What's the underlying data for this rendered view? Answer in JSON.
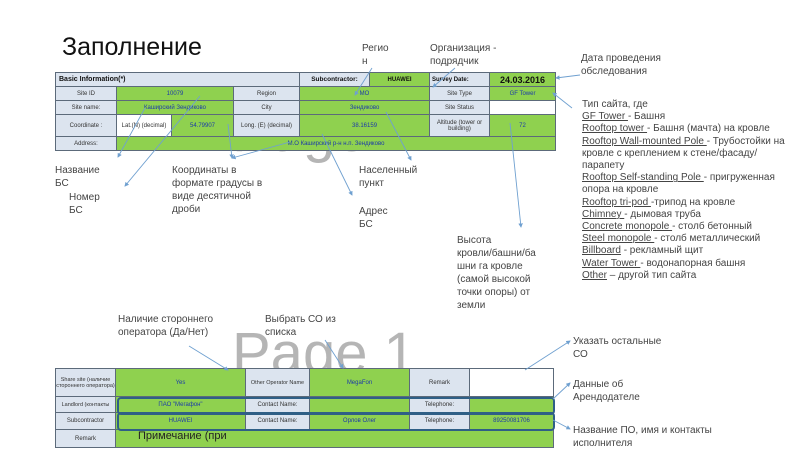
{
  "title": "Заполнение",
  "watermark": "Page 1",
  "basic_info": {
    "header": "Basic Information(*)",
    "subcontractor_label": "Subcontractor:",
    "subcontractor_value": "HUAWEI",
    "survey_date_label": "Survey Date:",
    "survey_date_value": "24.03.2016",
    "site_id_label": "Site ID",
    "site_id_value": "10079",
    "region_label": "Region",
    "region_value": "MO",
    "site_type_label": "Site Type",
    "site_type_value": "GF Tower",
    "site_name_label": "Site name:",
    "site_name_value": "Каширский Зендиково",
    "city_label": "City",
    "city_value": "Зендиково",
    "site_status_label": "Site Status",
    "site_status_value": "",
    "coordinate_label": "Coordinate :",
    "lat_label": "Lat.(N) (decimal)",
    "lat_value": "54.79907",
    "long_label": "Long. (E) (decimal)",
    "long_value": "38.16159",
    "altitude_label": "Altitude (tower or building)",
    "altitude_value": "72",
    "address_label": "Address:",
    "address_value": "М.О Каширский р-н н.п. Зендиково"
  },
  "share_info": {
    "share_label": "Share site (наличие стороннего оператора)",
    "share_value": "Yes",
    "other_operator_label": "Other Operator Name",
    "other_operator_value": "MegaFon",
    "remark_label": "Remark",
    "remark_value": "",
    "landlord_label": "Landlord (контакты",
    "landlord_value": "ПАО \"Мегафон\"",
    "contact_name_label": "Contact Name:",
    "landlord_contact_value": "",
    "telephone_label": "Telephone:",
    "landlord_phone_value": "",
    "subcontractor_label": "Subcontractor",
    "subcontractor_value": "HUAWEI",
    "sub_contact_value": "Орлов Олег",
    "sub_phone_value": "89250081706",
    "remark2_label": "Remark",
    "remark2_value": "Примечание (при"
  },
  "annotations": {
    "region": "Регио\nн",
    "contractor": "Организация -\nподрядчик",
    "survey_date": "Дата проведения\nобследования",
    "bs_name": "Название\nБС",
    "bs_number": "Номер\nБС",
    "coords": "Координаты в\nформате градусы в\nвиде десятичной\nдроби",
    "city": "Населенный\nпункт",
    "address": "Адрес\nБС",
    "height": "Высота\nкровли/башни/ба\nшни га кровле\n(самой высокой\nточки опоры) от\nземли",
    "share": "Наличие стороннего\nоператора (Да/Нет)",
    "choose_operator": "Выбрать СО из\nсписка",
    "other_operators": "Указать остальные\nСО",
    "landlord": "Данные об\nАрендодателе",
    "subcontractor": "Название ПО, имя и контакты\nисполнителя"
  },
  "site_types": {
    "intro": "Тип сайта, где",
    "items": [
      {
        "term": "GF Tower ",
        "desc": "-  Башня"
      },
      {
        "term": "Rooftop tower ",
        "desc": "-  Башня (мачта) на кровле"
      },
      {
        "term": "Rooftop Wall-mounted Pole ",
        "desc": "- Трубостойки на кровле с креплением к стене/фасаду/парапету"
      },
      {
        "term": "Rooftop Self-standing Pole ",
        "desc": "- пригруженная опора на кровле"
      },
      {
        "term": "Rooftop tri-pod ",
        "desc": "-трипод на кровле"
      },
      {
        "term": "Chimney ",
        "desc": "-  дымовая труба"
      },
      {
        "term": "Concrete monopole ",
        "desc": "- столб бетонный"
      },
      {
        "term": "Steel monopole ",
        "desc": "- столб металлический"
      },
      {
        "term": "Billboard",
        "desc": " - рекламный щит"
      },
      {
        "term": "Water Tower ",
        "desc": "- водонапорная башня"
      },
      {
        "term": "Other",
        "desc": " – другой тип сайта"
      }
    ]
  }
}
